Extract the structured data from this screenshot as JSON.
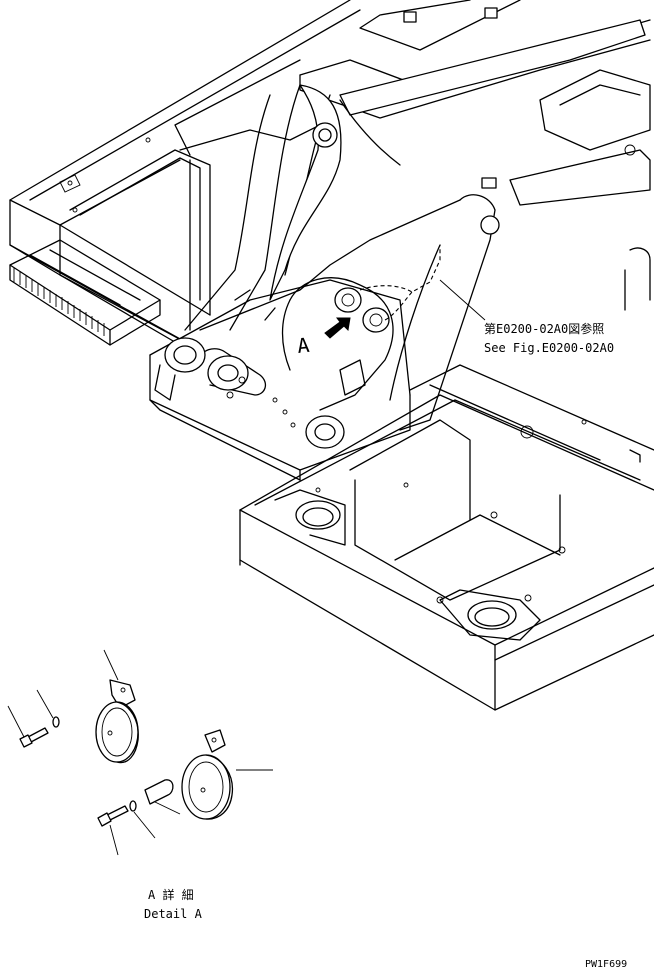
{
  "callouts": {
    "view_marker": "A",
    "ref_jp": "第E0200-02A0図参照",
    "ref_en": "See Fig.E0200-02A0",
    "detail_jp": "A 詳 細",
    "detail_en": "Detail A",
    "drawing_code": "PW1F699"
  },
  "figure": {
    "kind": "exploded parts diagram",
    "parts": [
      "hydraulic-excavator-frame",
      "horn",
      "horn-bracket",
      "bolt",
      "washer",
      "clamp"
    ]
  }
}
